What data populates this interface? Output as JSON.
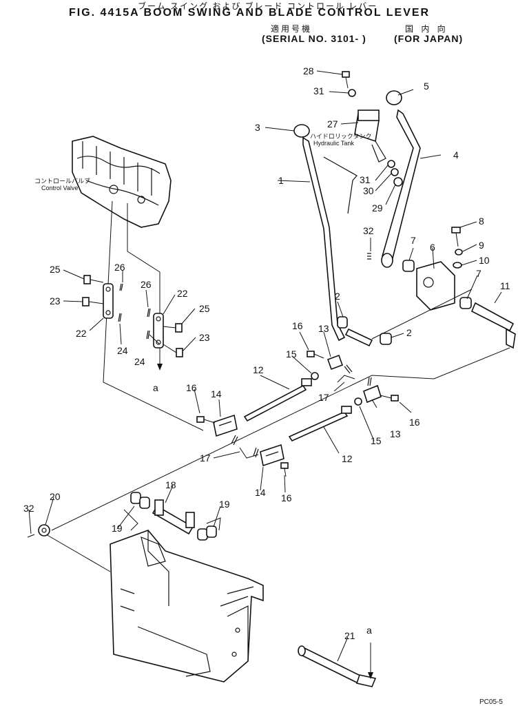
{
  "header": {
    "jp_title": "ブーム スイング および ブレード コントロール レバー",
    "title": "FIG. 4415A  BOOM SWING AND BLADE CONTROL LEVER",
    "serial_jp": "適用号機",
    "dest_jp": "国 内 向",
    "serial": "(SERIAL NO. 3101- )",
    "dest": "(FOR JAPAN)"
  },
  "labels": {
    "control_valve_jp": "コントロールバルブ",
    "control_valve": "Control Valve",
    "hydraulic_tank_jp": "ハイドロリックタンク",
    "hydraulic_tank": "Hydraulic Tank"
  },
  "callouts": {
    "c28": "28",
    "c31a": "31",
    "c5": "5",
    "c3": "3",
    "c27": "27",
    "c4": "4",
    "c1": "1",
    "c31b": "31",
    "c30": "30",
    "c29": "29",
    "c32a": "32",
    "c8": "8",
    "c9": "9",
    "c10": "10",
    "c7a": "7",
    "c6": "6",
    "c7b": "7",
    "c11": "11",
    "c2a": "2",
    "c2b": "2",
    "c25a": "25",
    "c26a": "26",
    "c23a": "23",
    "c22a": "22",
    "c24a": "24",
    "c26b": "26",
    "c22b": "22",
    "c25b": "25",
    "c24b": "24",
    "c23b": "23",
    "ca1": "a",
    "c16a": "16",
    "c13a": "13",
    "c15a": "15",
    "c12a": "12",
    "c17a": "17",
    "c16b": "16",
    "c14a": "14",
    "c15b": "15",
    "c13b": "13",
    "c16c": "16",
    "c12b": "12",
    "c17b": "17",
    "c14b": "14",
    "c16d": "16",
    "c18": "18",
    "c20": "20",
    "c32b": "32",
    "c19a": "19",
    "c19b": "19",
    "c21": "21",
    "ca2": "a"
  },
  "footer": {
    "code": "PC05-5"
  }
}
